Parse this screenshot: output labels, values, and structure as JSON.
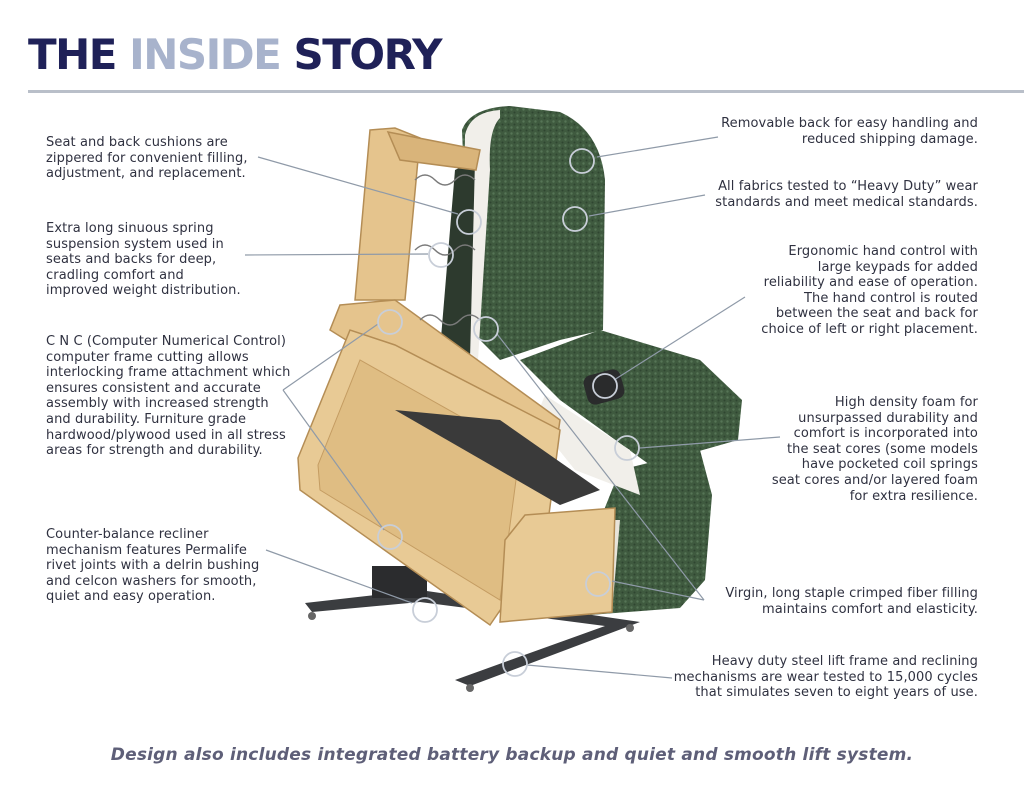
{
  "header": {
    "title_part1": "THE",
    "title_part2": "INSIDE",
    "title_part3": "STORY"
  },
  "callouts_left": [
    {
      "text": "Seat and back cushions are zippered for convenient filling, adjustment, and replacement."
    },
    {
      "text": "Extra long sinuous spring suspension system used in seats and backs for deep, cradling comfort and improved weight distribution."
    },
    {
      "text": "C N C (Computer Numerical Control) computer frame cutting allows interlocking frame attachment which ensures consistent and accurate assembly with increased strength and durability. Furniture grade hardwood/plywood used in all stress areas for strength and durability."
    },
    {
      "text": "Counter-balance recliner mechanism features Permalife rivet joints with a delrin bushing and celcon washers for smooth, quiet and easy operation."
    }
  ],
  "callouts_right": [
    {
      "text": "Removable back for easy handling and reduced shipping damage."
    },
    {
      "text": "All fabrics tested to  “Heavy Duty” wear standards and meet medical standards."
    },
    {
      "text": "Ergonomic hand control with large keypads for added reliability and ease of operation. The hand control is routed between the seat and back for choice of left or right placement."
    },
    {
      "text": "High density foam for unsurpassed durability and comfort is incorporated into the seat cores (some models have pocketed coil springs seat cores and/or layered foam for extra resilience."
    },
    {
      "text": "Virgin, long staple crimped fiber filling maintains comfort and elasticity."
    },
    {
      "text": "Heavy duty steel lift frame and reclining mechanisms are wear tested to 15,000 cycles that simulates seven to eight years of use."
    }
  ],
  "footer": {
    "text": "Design also includes integrated battery backup and quiet and smooth lift system."
  },
  "colors": {
    "title_dark": "#1f2158",
    "title_light": "#a8b3cc",
    "fabric_green": "#3f5a3f",
    "wood": "#e2c38c",
    "footer": "#5e5f78"
  }
}
